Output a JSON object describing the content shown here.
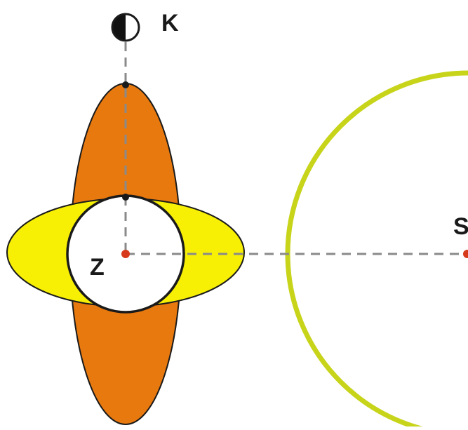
{
  "labels": {
    "moon": "K",
    "earth": "Z",
    "sun": "S"
  },
  "colors": {
    "background": "#ffffff",
    "lunar_tide_bulge": "#e8790f",
    "solar_tide_bulge": "#f7f005",
    "earth_fill": "#ffffff",
    "outline": "#1a1a1a",
    "sun_ring": "#c7d41a",
    "center_point": "#d63a1a",
    "axis_line": "#8a8a8a",
    "moon_dark_half": "#111111",
    "moon_light_half": "#ffffff"
  },
  "icons": {
    "moon": "half-moon-icon"
  }
}
